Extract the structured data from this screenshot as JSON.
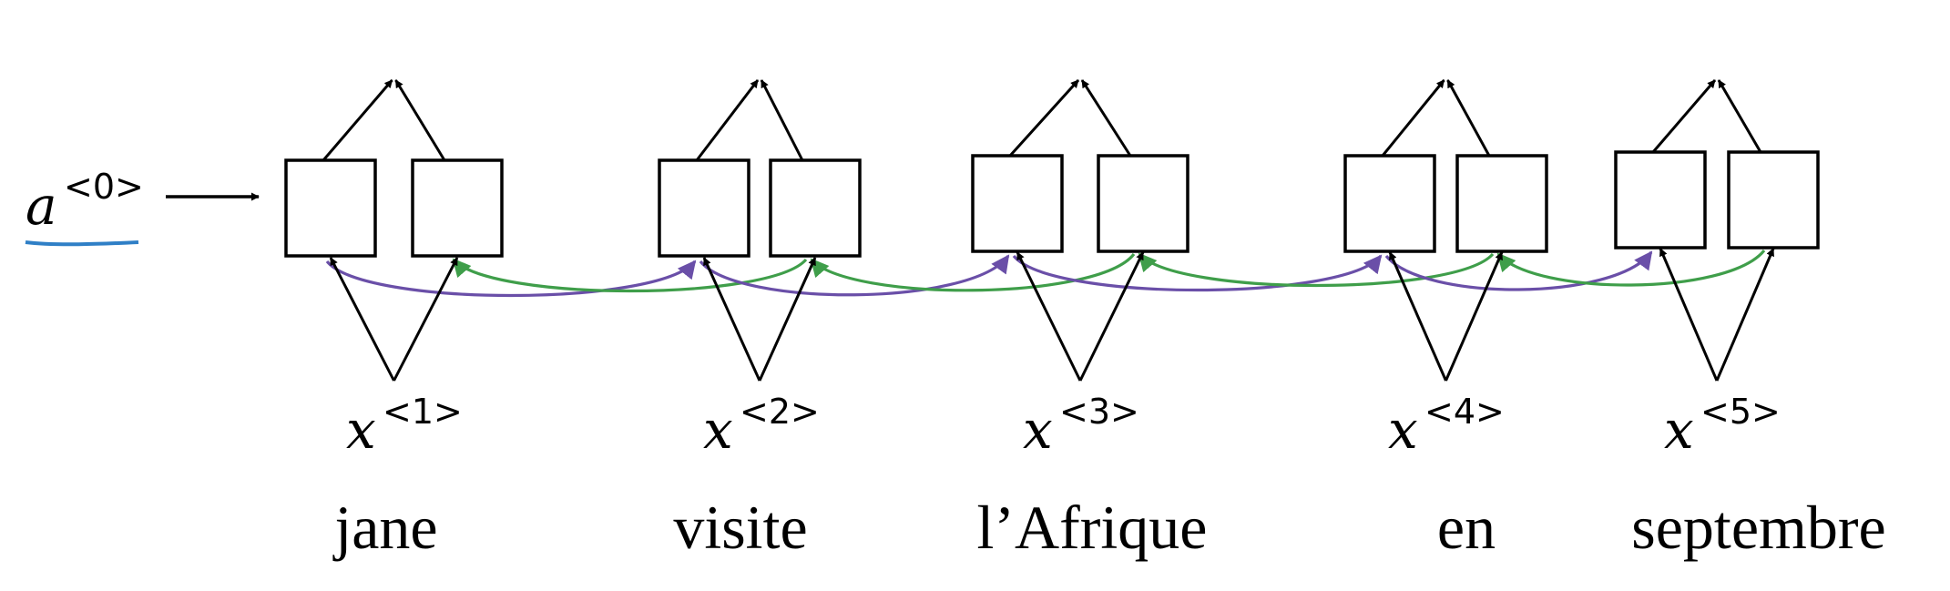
{
  "initial_activation": {
    "base": "a",
    "sup": "<0>"
  },
  "steps": [
    {
      "input_base": "x",
      "input_sup": "<1>",
      "word": "jane"
    },
    {
      "input_base": "x",
      "input_sup": "<2>",
      "word": "visite"
    },
    {
      "input_base": "x",
      "input_sup": "<3>",
      "word": "l’Afrique"
    },
    {
      "input_base": "x",
      "input_sup": "<4>",
      "word": "en"
    },
    {
      "input_base": "x",
      "input_sup": "<5>",
      "word": "septembre"
    }
  ],
  "colors": {
    "forward_connection": "#6a4fa8",
    "backward_connection": "#3f9e4a",
    "underline": "#2f7fc6",
    "cell_stroke": "#000000"
  }
}
